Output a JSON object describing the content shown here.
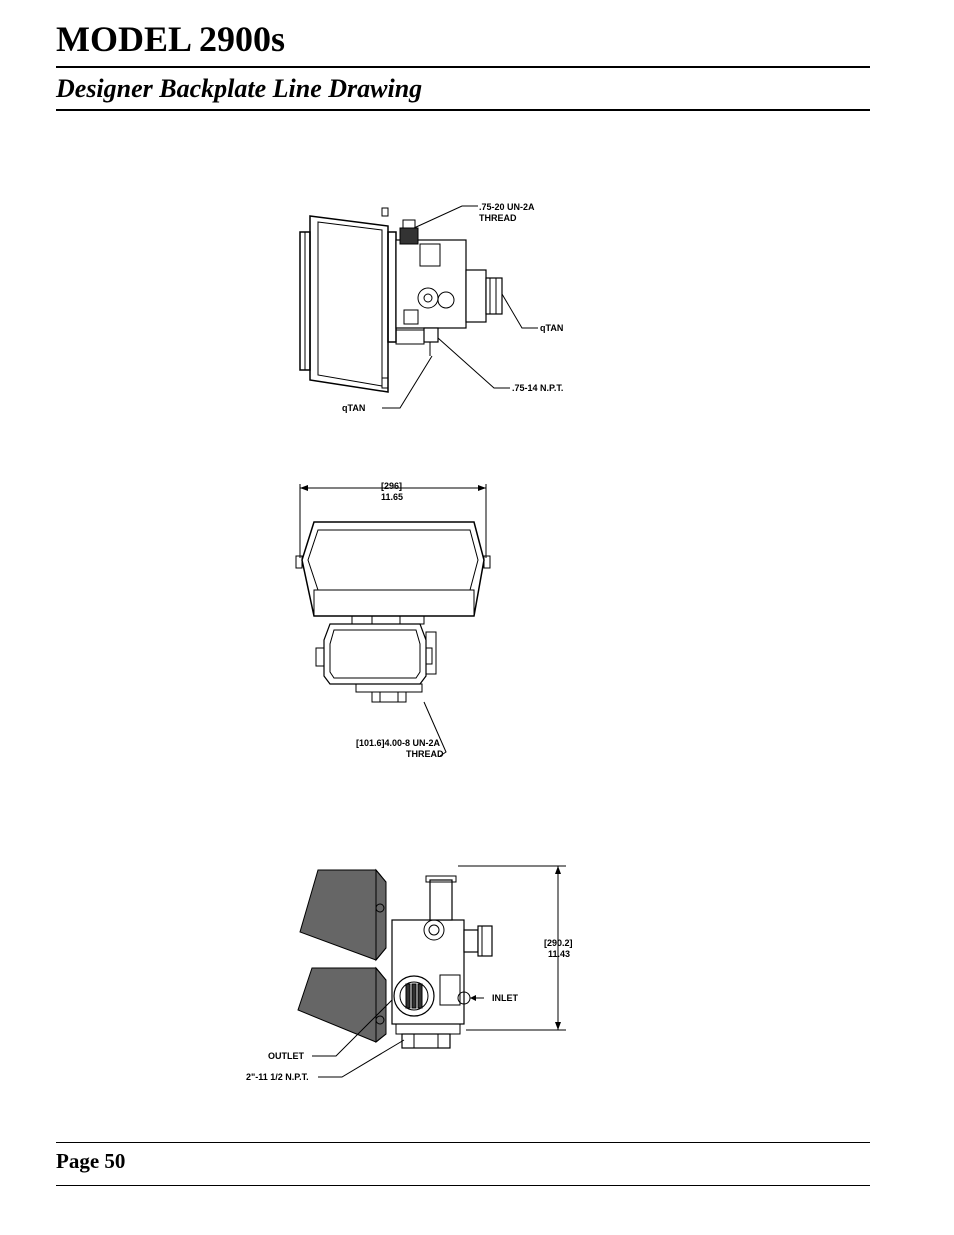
{
  "header": {
    "title": "MODEL 2900s",
    "subtitle": "Designer Backplate Line Drawing"
  },
  "drawing1": {
    "label_thread": ".75-20 UN-2A",
    "label_thread2": "THREAD",
    "label_qtan_right": "qTAN",
    "label_npt": ".75-14 N.P.T.",
    "label_qtan_left": "qTAN"
  },
  "drawing2": {
    "dim_mm": "[296]",
    "dim_in": "11.65",
    "label_thread": "[101.6]4.00-8 UN-2A",
    "label_thread2": "THREAD"
  },
  "drawing3": {
    "dim_mm": "[290.2]",
    "dim_in": "11.43",
    "label_inlet": "INLET",
    "label_outlet": "OUTLET",
    "label_npt": "2\"-11 1/2 N.P.T."
  },
  "footer": {
    "page": "Page 50"
  }
}
